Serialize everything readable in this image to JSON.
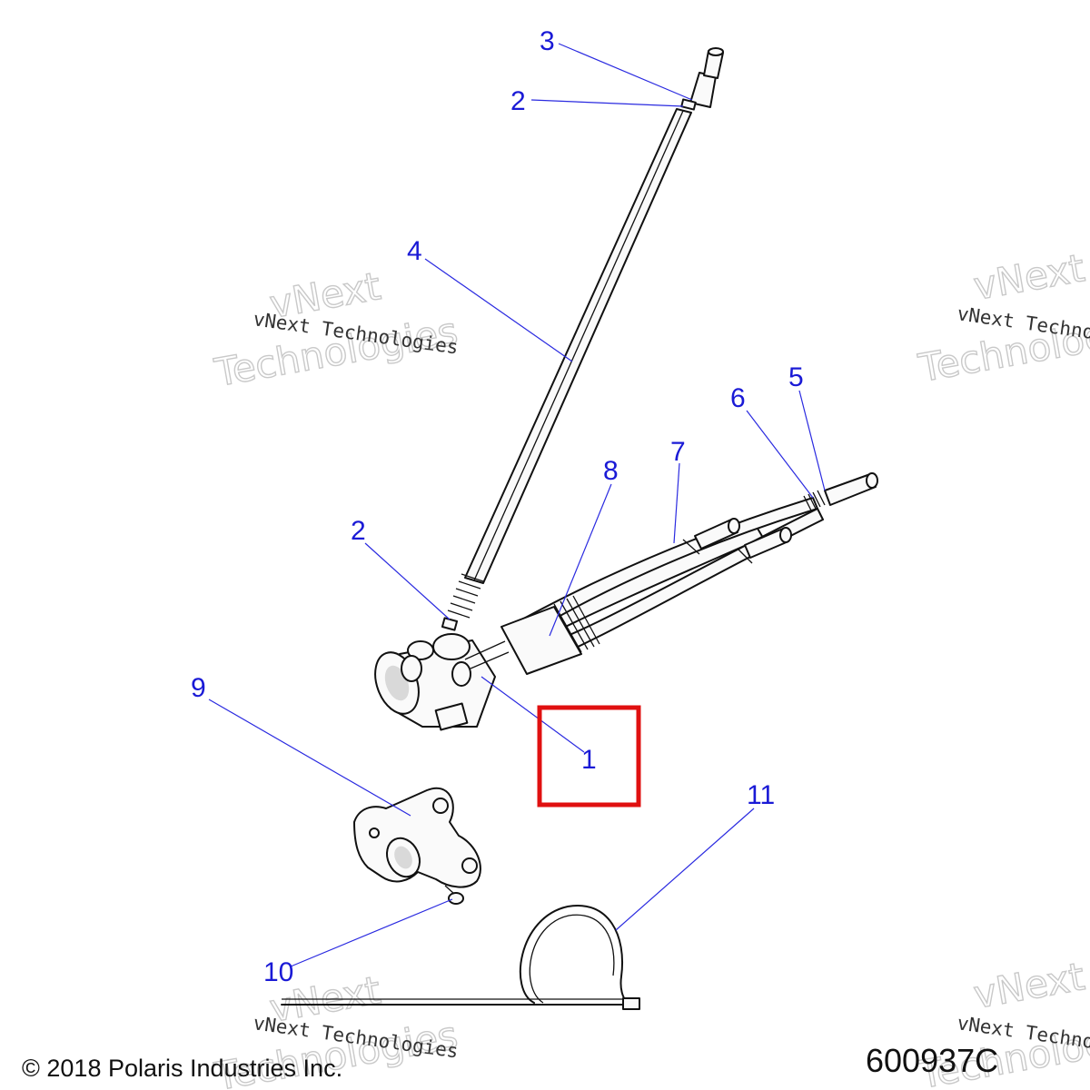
{
  "callouts": {
    "c1": "1",
    "c2a": "2",
    "c2b": "2",
    "c3": "3",
    "c4": "4",
    "c5": "5",
    "c6": "6",
    "c7": "7",
    "c8": "8",
    "c9": "9",
    "c10": "10",
    "c11": "11"
  },
  "watermark": {
    "line_small": "vNext Technologies",
    "line_big_1": "vNext",
    "line_big_2": "Technologies"
  },
  "footer": {
    "copyright": "© 2018 Polaris Industries Inc.",
    "figure_id": "600937C"
  },
  "highlight": {
    "target_callout": "1",
    "color": "#e01010"
  },
  "colors": {
    "callout_text": "#1a1ad6",
    "leader_line": "#2a2ae0",
    "outline": "#111111"
  }
}
